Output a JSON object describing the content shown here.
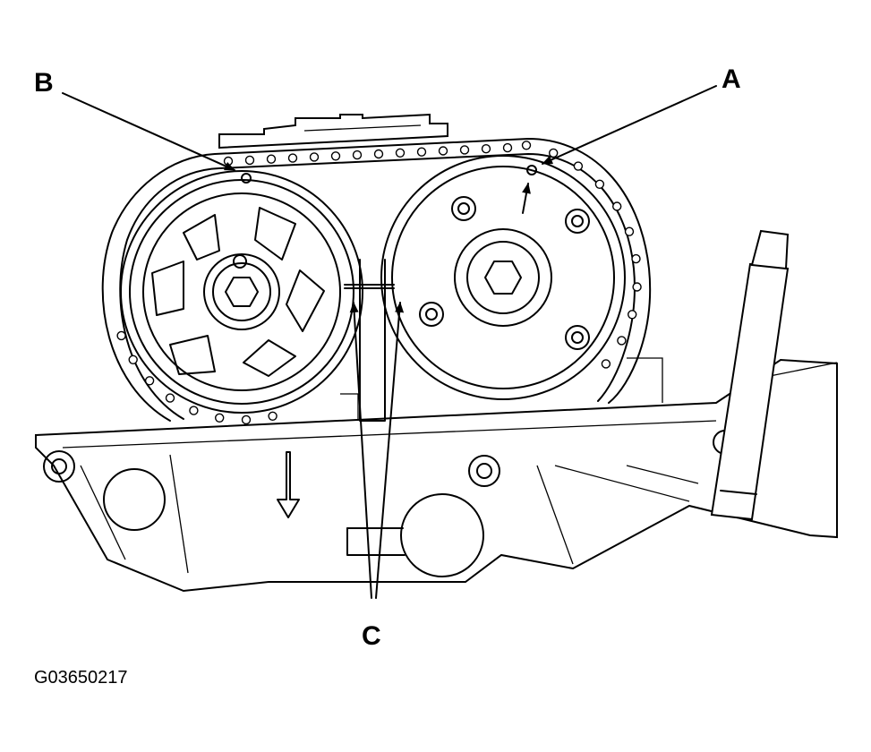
{
  "labels": {
    "a": "A",
    "b": "B",
    "c": "C"
  },
  "figure_code": "G03650217",
  "colors": {
    "ink": "#000000",
    "paper": "#ffffff"
  }
}
